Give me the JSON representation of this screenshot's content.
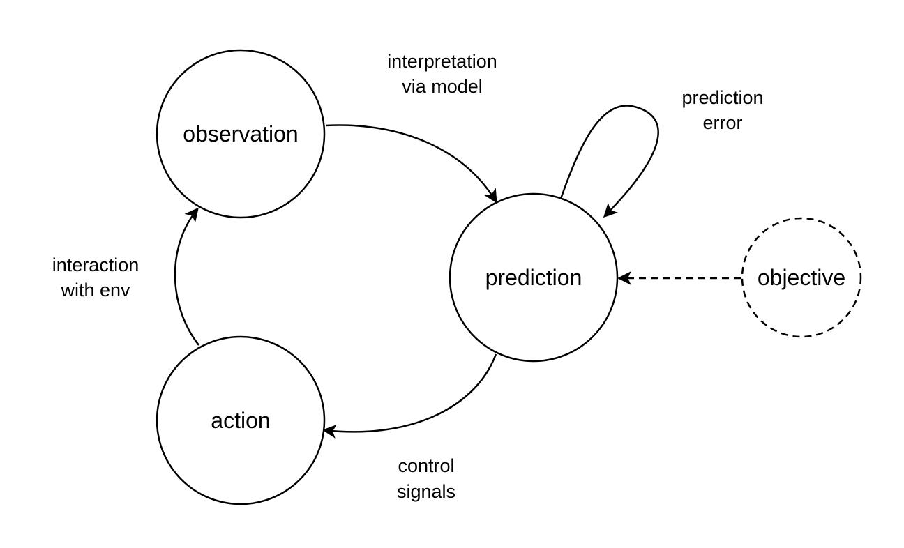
{
  "nodes": {
    "observation": {
      "label": "observation",
      "style": "solid"
    },
    "prediction": {
      "label": "prediction",
      "style": "solid"
    },
    "action": {
      "label": "action",
      "style": "solid"
    },
    "objective": {
      "label": "objective",
      "style": "dashed"
    }
  },
  "edges": {
    "observation_to_prediction": {
      "from": "observation",
      "to": "prediction",
      "style": "solid",
      "label": [
        "interpretation",
        "via model"
      ]
    },
    "prediction_self_loop": {
      "from": "prediction",
      "to": "prediction",
      "style": "solid",
      "label": [
        "prediction",
        "error"
      ]
    },
    "objective_to_prediction": {
      "from": "objective",
      "to": "prediction",
      "style": "dashed",
      "label": []
    },
    "prediction_to_action": {
      "from": "prediction",
      "to": "action",
      "style": "solid",
      "label": [
        "control",
        "signals"
      ]
    },
    "action_to_observation": {
      "from": "action",
      "to": "observation",
      "style": "solid",
      "label": [
        "interaction",
        "with env"
      ]
    }
  },
  "colors": {
    "stroke": "#000000",
    "background": "#ffffff"
  }
}
